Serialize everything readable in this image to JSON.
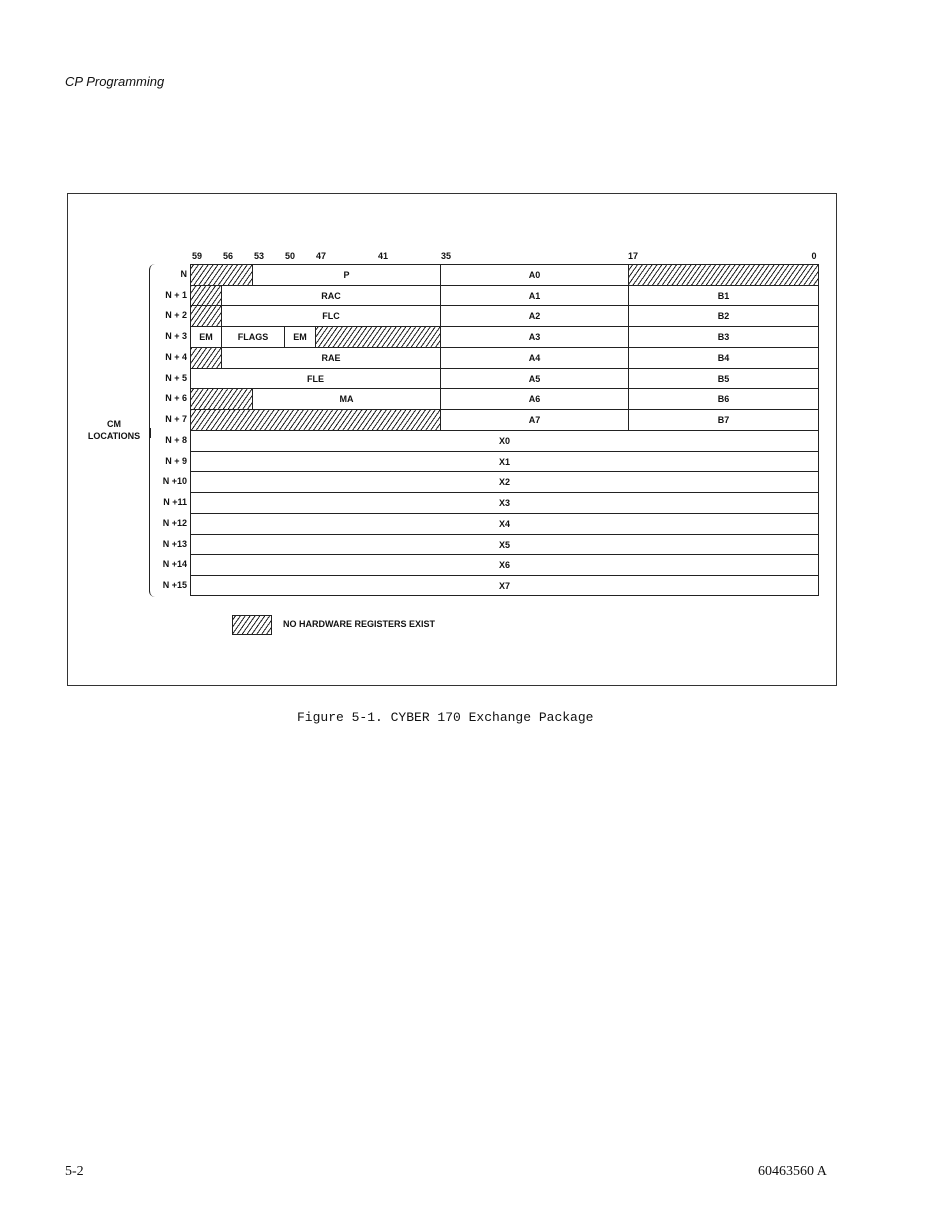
{
  "header": {
    "section_title": "CP Programming"
  },
  "figure": {
    "bit_numbers": [
      "59",
      "56",
      "53",
      "50",
      "47",
      "41",
      "35",
      "17",
      "0"
    ],
    "row_labels": [
      "N",
      "N + 1",
      "N + 2",
      "N + 3",
      "N + 4",
      "N + 5",
      "N + 6",
      "N + 7",
      "N + 8",
      "N + 9",
      "N +10",
      "N +11",
      "N +12",
      "N +13",
      "N +14",
      "N +15"
    ],
    "side_label_line1": "CM",
    "side_label_line2": "LOCATIONS",
    "cells": {
      "p": "P",
      "a0": "A0",
      "rac": "RAC",
      "a1": "A1",
      "b1": "B1",
      "flc": "FLC",
      "a2": "A2",
      "b2": "B2",
      "em1": "EM",
      "flags": "FLAGS",
      "em2": "EM",
      "a3": "A3",
      "b3": "B3",
      "rae": "RAE",
      "a4": "A4",
      "b4": "B4",
      "fle": "FLE",
      "a5": "A5",
      "b5": "B5",
      "ma": "MA",
      "a6": "A6",
      "b6": "B6",
      "a7": "A7",
      "b7": "B7",
      "x": [
        "X0",
        "X1",
        "X2",
        "X3",
        "X4",
        "X5",
        "X6",
        "X7"
      ]
    },
    "legend_text": "NO HARDWARE REGISTERS EXIST",
    "caption": "Figure 5-1.  CYBER 170 Exchange Package"
  },
  "footer": {
    "page_number": "5-2",
    "doc_number": "60463560 A"
  }
}
